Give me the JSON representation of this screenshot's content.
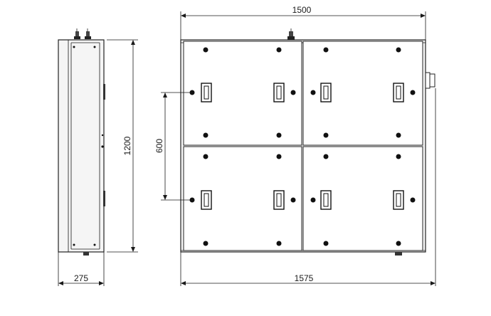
{
  "dimensions": {
    "side_height": "1200",
    "side_depth": "275",
    "front_width_top": "1500",
    "front_width_bottom": "1575",
    "panel_spacing": "600"
  },
  "colors": {
    "line": "#1a1a1a",
    "cabinet_fill": "#f5f5f5",
    "panel_fill": "#ffffff"
  }
}
